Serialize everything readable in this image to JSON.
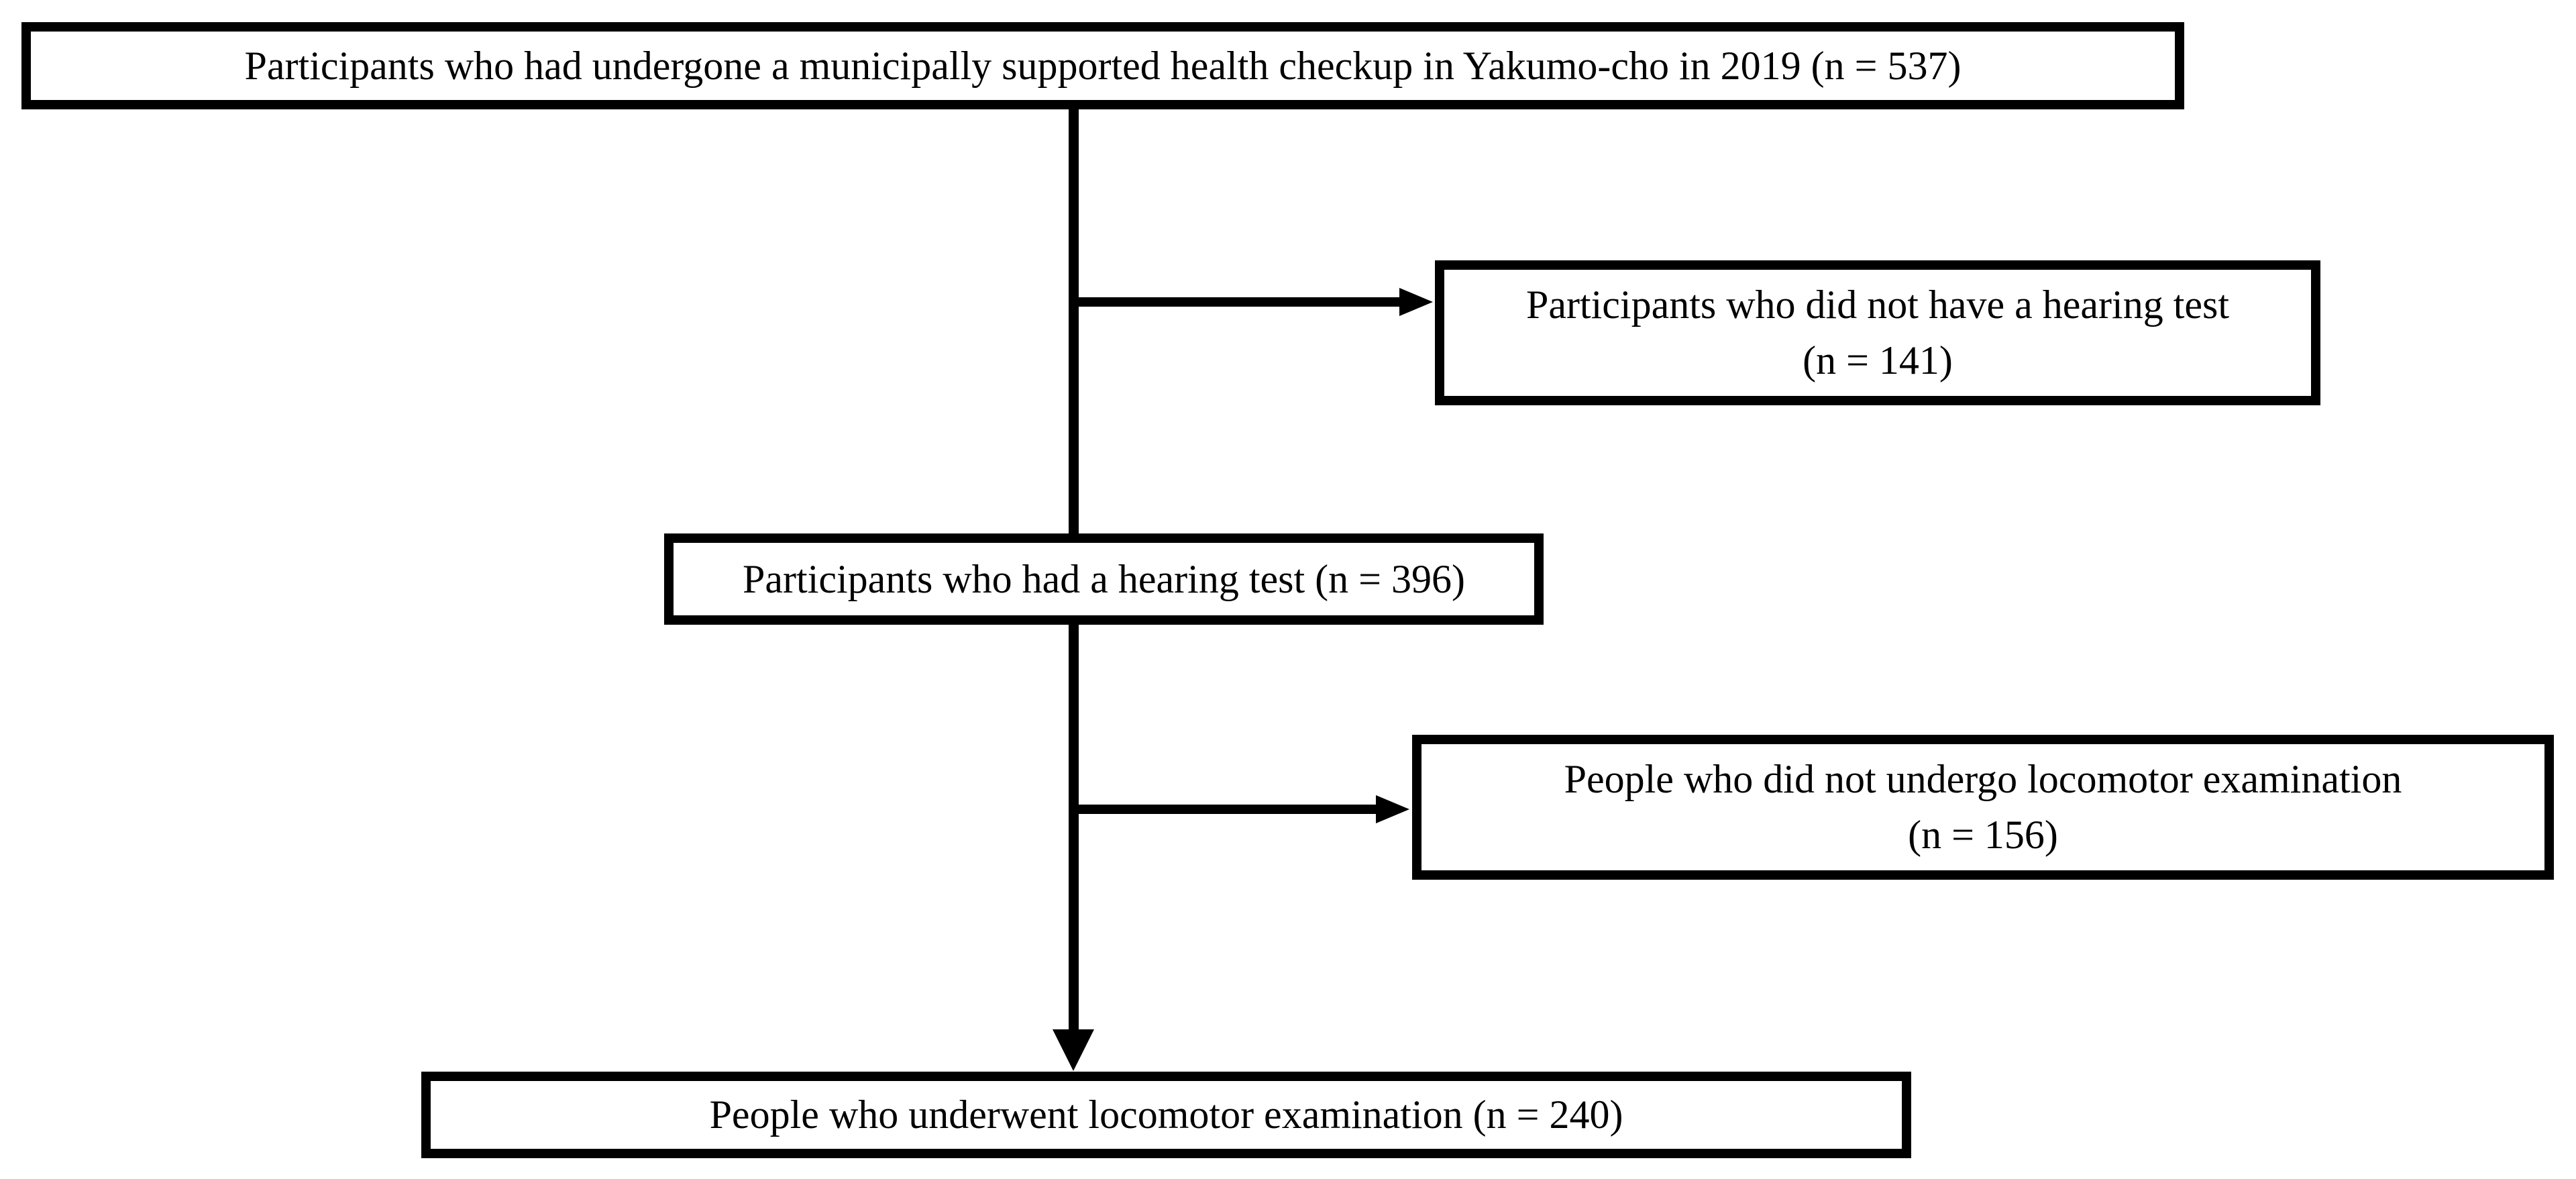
{
  "nodes": {
    "top": {
      "text": "Participants who had undergone a municipally supported health checkup in Yakumo-cho in 2019 (n = 537)"
    },
    "excluded_hearing": {
      "line1": "Participants who did not have a hearing test",
      "line2": "(n = 141)"
    },
    "hearing": {
      "text": "Participants who had a hearing test (n = 396)"
    },
    "excluded_locomotor": {
      "line1": "People who did not undergo locomotor examination",
      "line2": "(n = 156)"
    },
    "locomotor": {
      "text": "People who underwent locomotor examination (n = 240)"
    }
  },
  "colors": {
    "background": "#ffffff",
    "box_fill": "#ffffff",
    "box_border": "#000000",
    "line": "#000000",
    "text": "#000000"
  }
}
